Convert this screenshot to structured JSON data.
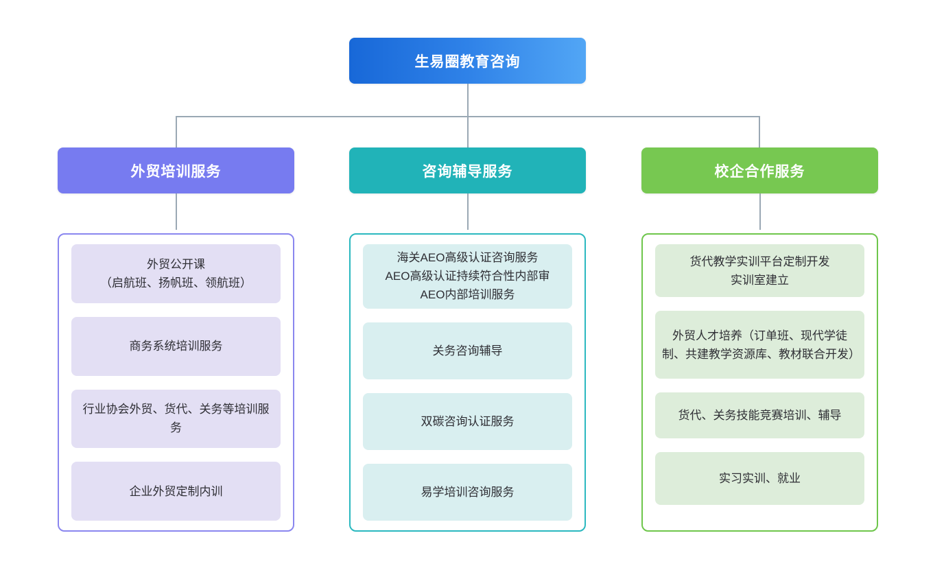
{
  "diagram": {
    "type": "organization-chart",
    "root": {
      "label": "生易圈教育咨询",
      "color_start": "#1868d8",
      "color_end": "#52a6f5"
    },
    "connector_color": "#9aa8b4",
    "columns": [
      {
        "header": "外贸培训服务",
        "header_color": "#777bf0",
        "border_color": "#8a86ef",
        "card_color": "#e3dff4",
        "cards": [
          "外贸公开课\n（启航班、扬帆班、领航班）",
          "商务系统培训服务",
          "行业协会外贸、货代、关务等培训服务",
          "企业外贸定制内训"
        ]
      },
      {
        "header": "咨询辅导服务",
        "header_color": "#21b3b8",
        "border_color": "#2ab8bf",
        "card_color": "#d9eff0",
        "cards": [
          "海关AEO高级认证咨询服务\nAEO高级认证持续符合性内部审\nAEO内部培训服务",
          "关务咨询辅导",
          "双碳咨询认证服务",
          "易学培训咨询服务"
        ]
      },
      {
        "header": "校企合作服务",
        "header_color": "#77c851",
        "border_color": "#6ec64b",
        "card_color": "#ddedda",
        "cards": [
          "货代教学实训平台定制开发\n实训室建立",
          "外贸人才培养（订单班、现代学徒制、共建教学资源库、教材联合开发）",
          "货代、关务技能竞赛培训、辅导",
          "实习实训、就业"
        ]
      }
    ]
  }
}
